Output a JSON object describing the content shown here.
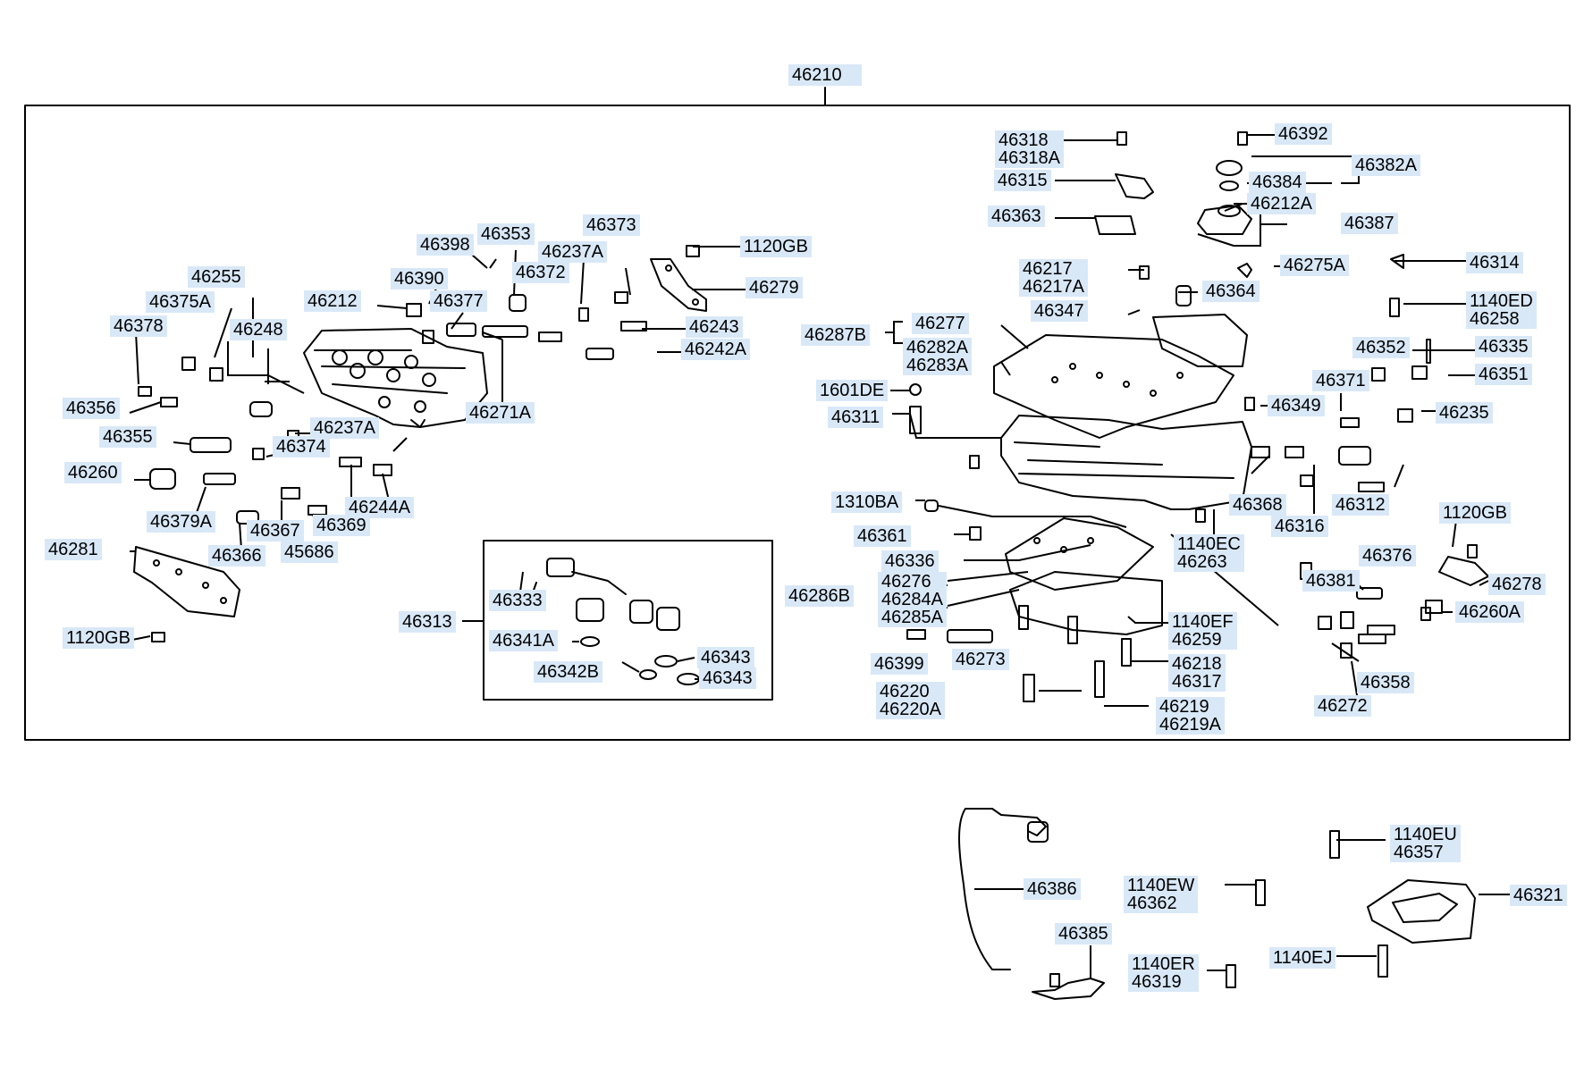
{
  "top_assembly": "46210",
  "callouts": {
    "c46318": [
      "46318",
      "46318A"
    ],
    "c46392": "46392",
    "c46382A": "46382A",
    "c46384": "46384",
    "c46315": "46315",
    "c46212A": "46212A",
    "c46387": "46387",
    "c46363": "46363",
    "c46275A": "46275A",
    "c46314": "46314",
    "c46217": [
      "46217",
      "46217A"
    ],
    "c46364": "46364",
    "c1140ED": [
      "1140ED",
      "46258"
    ],
    "c46347": "46347",
    "c46277": "46277",
    "c46287B": "46287B",
    "c46282A": [
      "46282A",
      "46283A"
    ],
    "c46352": "46352",
    "c46335": "46335",
    "c46351": "46351",
    "c1601DE": "1601DE",
    "c46371": "46371",
    "c46311": "46311",
    "c46349": "46349",
    "c46235": "46235",
    "c1310BA": "1310BA",
    "c46368": "46368",
    "c46312": "46312",
    "c1120GB_r": "1120GB",
    "c46361": "46361",
    "c1140EC": [
      "1140EC",
      "46263"
    ],
    "c46316": "46316",
    "c46336": "46336",
    "c46376": "46376",
    "c46276": [
      "46276",
      "46284A",
      "46285A"
    ],
    "c46286B": "46286B",
    "c46278": "46278",
    "c46381": "46381",
    "c46260A": "46260A",
    "c1140EF": [
      "1140EF",
      "46259"
    ],
    "c46399": "46399",
    "c46273": "46273",
    "c46218": [
      "46218",
      "46317"
    ],
    "c46358": "46358",
    "c46220": [
      "46220",
      "46220A"
    ],
    "c46219": [
      "46219",
      "46219A"
    ],
    "c46272": "46272",
    "c46373": "46373",
    "c1120GB_t": "1120GB",
    "c46398": "46398",
    "c46353": "46353",
    "c46237A_t": "46237A",
    "c46279": "46279",
    "c46390": "46390",
    "c46372": "46372",
    "c46255": "46255",
    "c46212": "46212",
    "c46377": "46377",
    "c46375A": "46375A",
    "c46243": "46243",
    "c46378": "46378",
    "c46248": "46248",
    "c46242A": "46242A",
    "c46271A": "46271A",
    "c46356": "46356",
    "c46237A_m": "46237A",
    "c46355": "46355",
    "c46374": "46374",
    "c46260": "46260",
    "c46244A": "46244A",
    "c46379A": "46379A",
    "c46367": "46367",
    "c46369": "46369",
    "c46366": "46366",
    "c45686": "45686",
    "c46281": "46281",
    "c1120GB_l": "1120GB",
    "c46333": "46333",
    "c46313": "46313",
    "c46341A": "46341A",
    "c46343a": "46343",
    "c46342B": "46342B",
    "c46343b": "46343",
    "c1140EU": [
      "1140EU",
      "46357"
    ],
    "c46386": "46386",
    "c1140EW": [
      "1140EW",
      "46362"
    ],
    "c46321": "46321",
    "c46385": "46385",
    "c1140ER": [
      "1140ER",
      "46319"
    ],
    "c1140EJ": "1140EJ"
  },
  "colors": {
    "label_bg": "#d9e8f7",
    "line": "#000000",
    "paper": "#ffffff"
  }
}
